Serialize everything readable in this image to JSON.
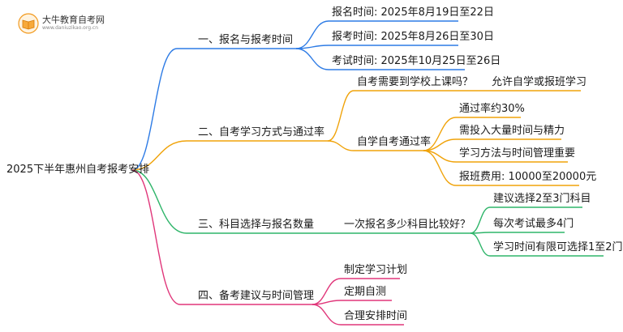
{
  "brand": {
    "title": "大牛教育自考网",
    "url": "www.daniuzikao.org.cn"
  },
  "root": {
    "label": "2025下半年惠州自考报考安排"
  },
  "branches": [
    {
      "label": "一、报名与报考时间",
      "color": "#2d7be5",
      "children": [
        {
          "label": "报名时间: 2025年8月19日至22日"
        },
        {
          "label": "报考时间: 2025年8月26日至30日"
        },
        {
          "label": "考试时间: 2025年10月25日至26日"
        }
      ]
    },
    {
      "label": "二、自考学习方式与通过率",
      "color": "#f0a30a",
      "children": [
        {
          "label": "自考需要到学校上课吗？",
          "children": [
            {
              "label": "允许自学或报班学习"
            }
          ]
        },
        {
          "label": "自学自考通过率",
          "children": [
            {
              "label": "通过率约30%"
            },
            {
              "label": "需投入大量时间与精力"
            },
            {
              "label": "学习方法与时间管理重要"
            },
            {
              "label": "报班费用: 10000至20000元"
            }
          ]
        }
      ]
    },
    {
      "label": "三、科目选择与报名数量",
      "color": "#2fb56a",
      "children": [
        {
          "label": "一次报名多少科目比较好？",
          "children": [
            {
              "label": "建议选择2至3门科目"
            },
            {
              "label": "每次考试最多4门"
            },
            {
              "label": "学习时间有限可选择1至2门"
            }
          ]
        }
      ]
    },
    {
      "label": "四、备考建议与时间管理",
      "color": "#e0367a",
      "children": [
        {
          "label": "制定学习计划"
        },
        {
          "label": "定期自测"
        },
        {
          "label": "合理安排时间"
        }
      ]
    }
  ]
}
